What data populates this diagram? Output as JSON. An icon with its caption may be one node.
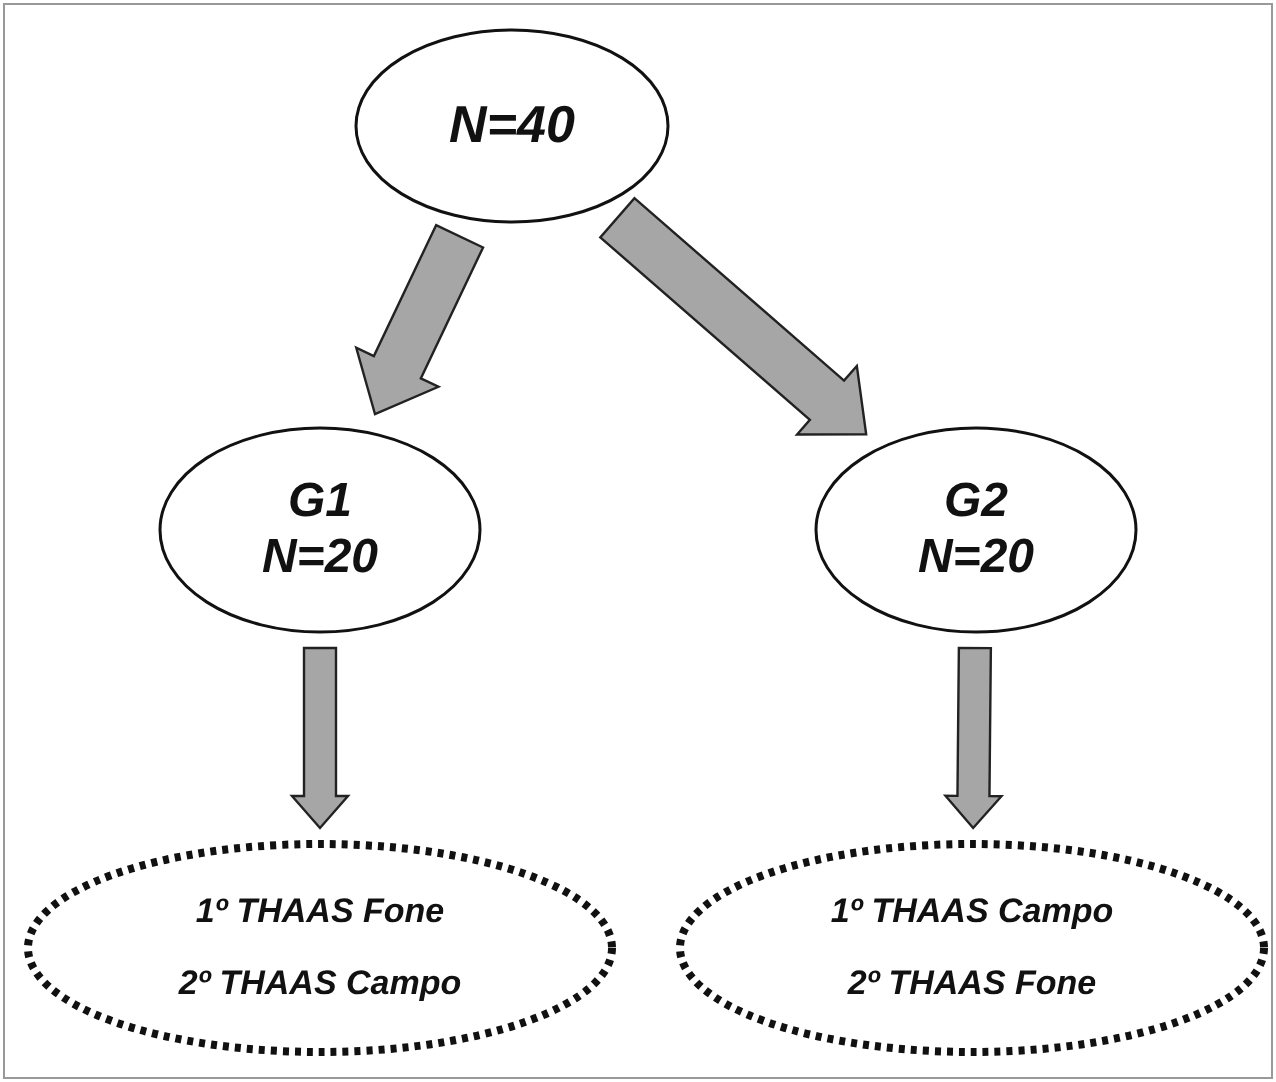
{
  "diagram": {
    "nodes": [
      {
        "text": [
          "N=40"
        ]
      },
      {
        "text": [
          "G1 N=20"
        ]
      },
      {
        "text": [
          "G2 N=20"
        ]
      },
      {
        "text": [
          "1º THAAS Fone",
          "2º THAAS Campo"
        ]
      },
      {
        "text": [
          "1º THAAS Campo",
          "2º THAAS Fone"
        ]
      }
    ],
    "edges": [
      {
        "from": 0,
        "to": 1,
        "arrow": "to",
        "style": "thick"
      },
      {
        "from": 0,
        "to": 2,
        "arrow": "to",
        "style": "thick"
      },
      {
        "from": 1,
        "to": 3,
        "arrow": "to",
        "style": "thick"
      },
      {
        "from": 2,
        "to": 4,
        "arrow": "to",
        "style": "thick"
      }
    ]
  }
}
